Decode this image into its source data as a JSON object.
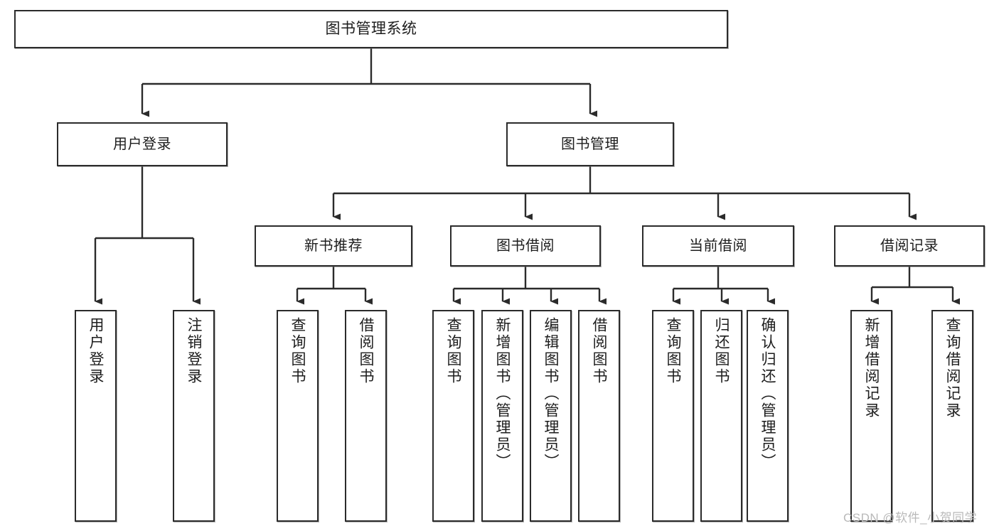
{
  "diagram": {
    "title": "图书管理系统",
    "type": "tree-hierarchy-chart",
    "colors": {
      "background": "#ffffff",
      "node_border": "#2b2b2b",
      "node_fill": "#ffffff",
      "edge": "#2b2b2b",
      "text": "#1d1d1d",
      "watermark": "#b9b9b9"
    },
    "root": {
      "label": "图书管理系统"
    },
    "level1": [
      {
        "label": "用户登录"
      },
      {
        "label": "图书管理"
      }
    ],
    "level2": [
      {
        "label": "新书推荐"
      },
      {
        "label": "图书借阅"
      },
      {
        "label": "当前借阅"
      },
      {
        "label": "借阅记录"
      }
    ],
    "leaves": {
      "user_login": [
        {
          "label": "用户登录"
        },
        {
          "label": "注销登录"
        }
      ],
      "new_book": [
        {
          "label": "查询图书"
        },
        {
          "label": "借阅图书"
        }
      ],
      "book_borrow": [
        {
          "label": "查询图书"
        },
        {
          "label": "新增图书（管理员）"
        },
        {
          "label": "编辑图书（管理员）"
        },
        {
          "label": "借阅图书"
        }
      ],
      "current_borrow": [
        {
          "label": "查询图书"
        },
        {
          "label": "归还图书"
        },
        {
          "label": "确认归还（管理员）"
        }
      ],
      "borrow_record": [
        {
          "label": "新增借阅记录"
        },
        {
          "label": "查询借阅记录"
        }
      ]
    },
    "watermark": "CSDN @软件_小贺同学"
  }
}
